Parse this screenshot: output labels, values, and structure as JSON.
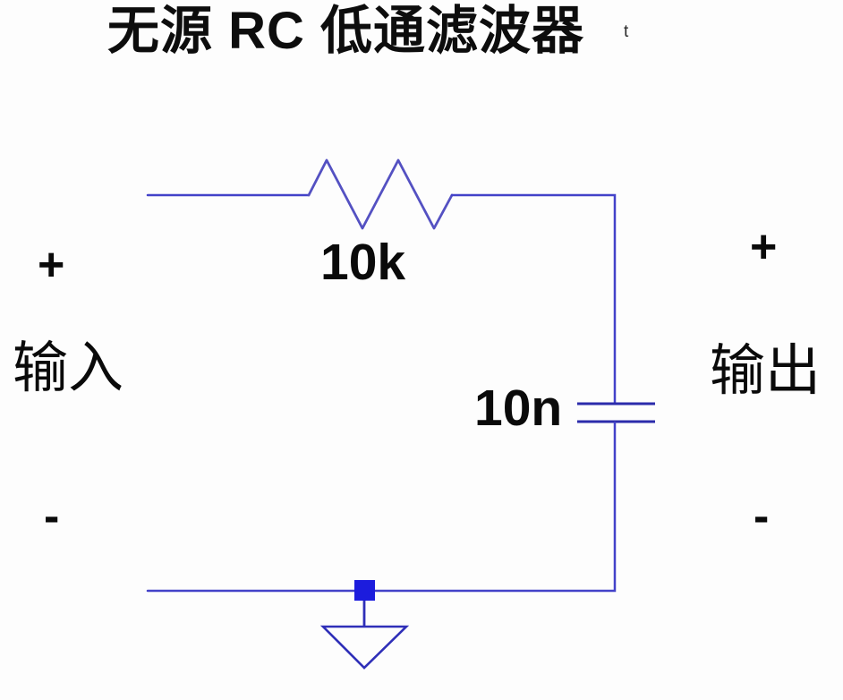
{
  "title": "无源 RC 低通滤波器",
  "watermark_fragment": "t",
  "circuit": {
    "type": "passive-rc-low-pass-filter",
    "resistor": {
      "value_label": "10k"
    },
    "capacitor": {
      "value_label": "10n"
    },
    "input_port": {
      "plus": "+",
      "name": "输入",
      "minus": "-"
    },
    "output_port": {
      "plus": "+",
      "name": "输出",
      "minus": "-"
    }
  },
  "colors": {
    "wire": "#4342c9",
    "resistor": "#5451c2",
    "plate": "#2b2bab",
    "node": "#1c1cdd",
    "ground": "#2f2fb8",
    "text": "#0a0a0a"
  }
}
